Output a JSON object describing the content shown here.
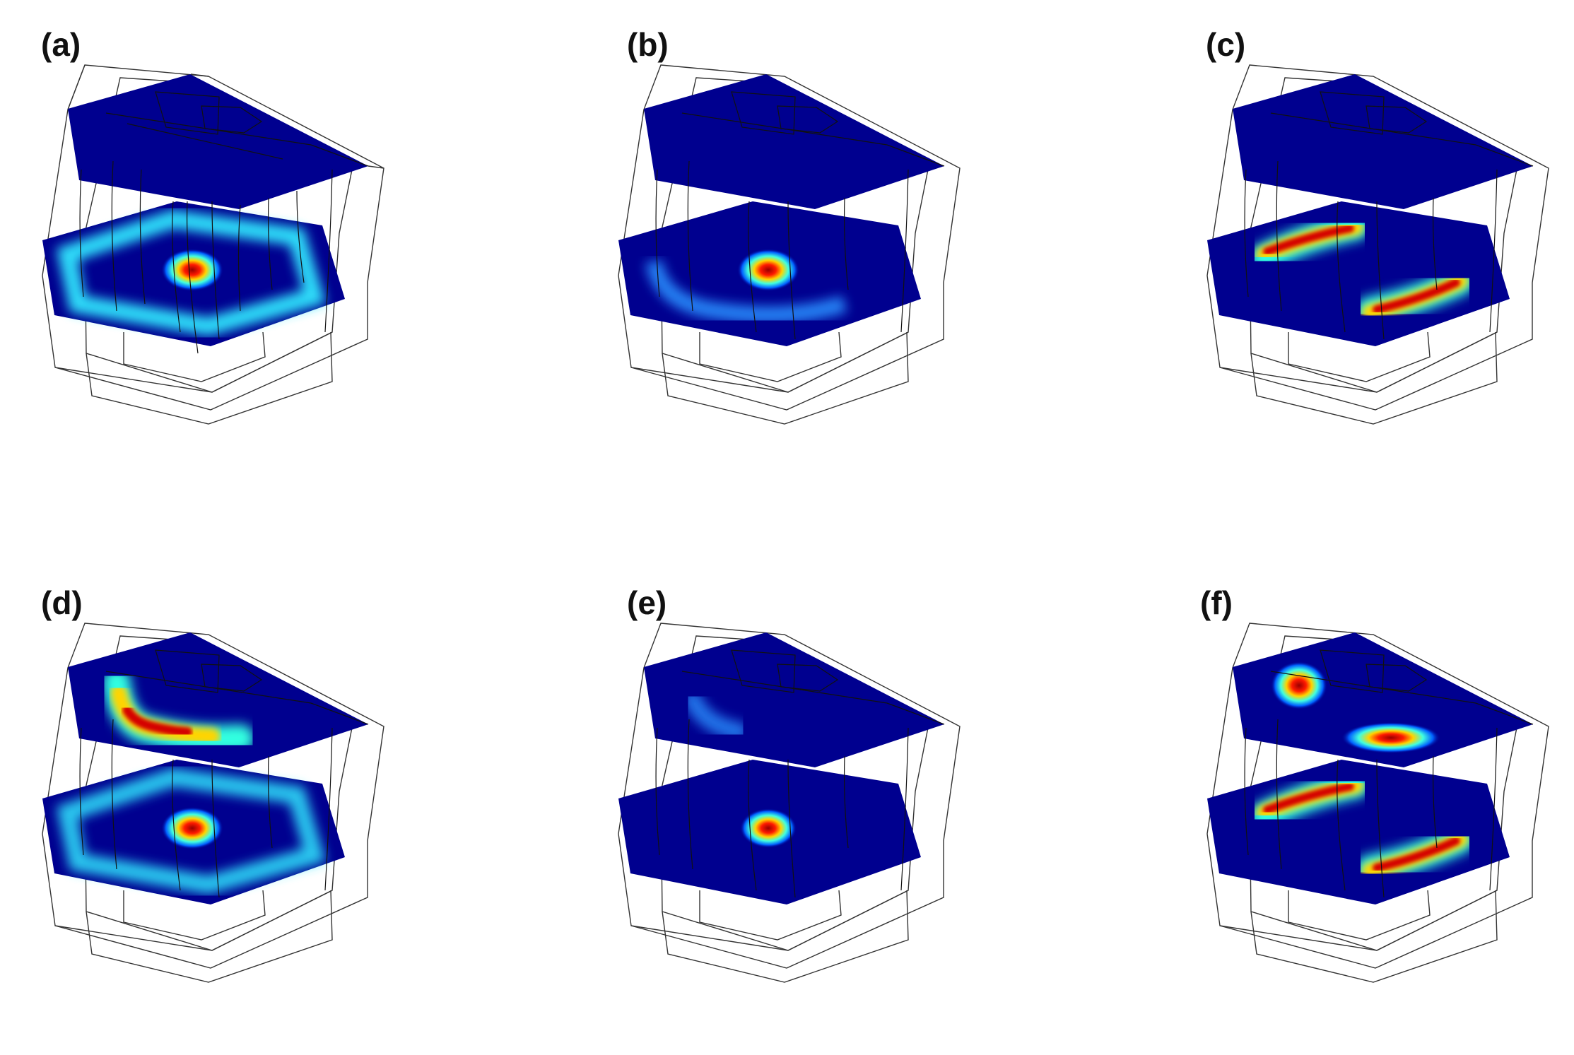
{
  "figure": {
    "panels": [
      {
        "id": "a",
        "label": "(a)",
        "top_plane": "uniform",
        "bottom_plane": "ring+center"
      },
      {
        "id": "b",
        "label": "(b)",
        "top_plane": "uniform",
        "bottom_plane": "weak-ring+center"
      },
      {
        "id": "c",
        "label": "(c)",
        "top_plane": "uniform",
        "bottom_plane": "two-arcs"
      },
      {
        "id": "d",
        "label": "(d)",
        "top_plane": "corner-lobe",
        "bottom_plane": "ring+center"
      },
      {
        "id": "e",
        "label": "(e)",
        "top_plane": "weak-corner-lobe",
        "bottom_plane": "center"
      },
      {
        "id": "f",
        "label": "(f)",
        "top_plane": "two-lobes",
        "bottom_plane": "two-arcs"
      }
    ],
    "colormap": [
      "#00008f",
      "#0000ff",
      "#00a0ff",
      "#40ffff",
      "#ffff00",
      "#ff8000",
      "#ff0000",
      "#a00000"
    ]
  }
}
